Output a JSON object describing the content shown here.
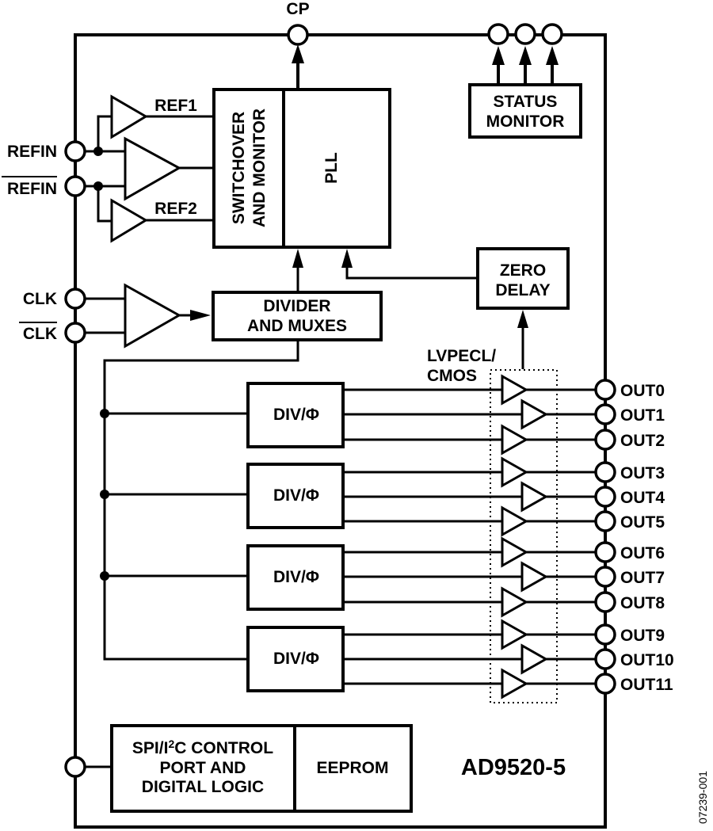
{
  "diagram": {
    "part_number": "AD9520-5",
    "figure_id": "07239-001",
    "pins": {
      "cp": "CP",
      "refin": "REFIN",
      "refin_b": "REFIN",
      "clk": "CLK",
      "clk_b": "CLK",
      "outputs": [
        "OUT0",
        "OUT1",
        "OUT2",
        "OUT3",
        "OUT4",
        "OUT5",
        "OUT6",
        "OUT7",
        "OUT8",
        "OUT9",
        "OUT10",
        "OUT11"
      ]
    },
    "signals": {
      "ref1": "REF1",
      "ref2": "REF2",
      "driver_type_line1": "LVPECL/",
      "driver_type_line2": "CMOS"
    },
    "blocks": {
      "switchover_line1": "SWITCHOVER",
      "switchover_line2": "AND MONITOR",
      "pll": "PLL",
      "status_line1": "STATUS",
      "status_line2": "MONITOR",
      "zero_delay_line1": "ZERO",
      "zero_delay_line2": "DELAY",
      "divider_line1": "DIVIDER",
      "divider_line2": "AND MUXES",
      "div_phase": "DIV/Φ",
      "control_line1_a": "SPI/I",
      "control_line1_sup": "2",
      "control_line1_b": "C CONTROL",
      "control_line2": "PORT AND",
      "control_line3": "DIGITAL LOGIC",
      "eeprom": "EEPROM"
    }
  }
}
